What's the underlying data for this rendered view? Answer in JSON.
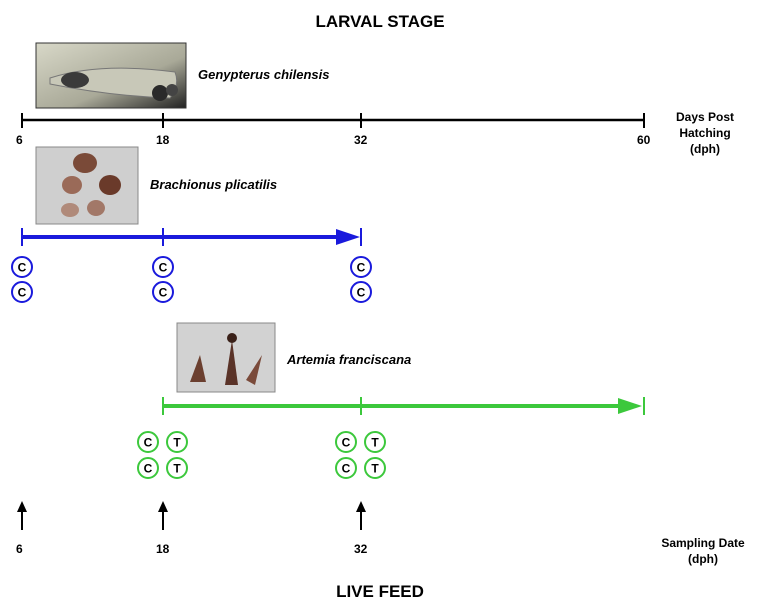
{
  "title": "LARVAL STAGE",
  "footer": "LIVE FEED",
  "axis": {
    "label_lines": [
      "Days Post",
      "Hatching",
      "(dph)"
    ],
    "ticks": [
      "6",
      "18",
      "32",
      "60"
    ]
  },
  "larva": {
    "species": "Genypterus chilensis"
  },
  "rotifer": {
    "species": "Brachionus plicatilis",
    "range_dph": [
      6,
      32
    ],
    "color": "#1a1adc",
    "samples": [
      {
        "dph": 6,
        "marks": [
          "C",
          "C"
        ]
      },
      {
        "dph": 18,
        "marks": [
          "C",
          "C"
        ]
      },
      {
        "dph": 32,
        "marks": [
          "C",
          "C"
        ]
      }
    ]
  },
  "artemia": {
    "species": "Artemia franciscana",
    "range_dph": [
      18,
      60
    ],
    "color": "#3cc83c",
    "samples": [
      {
        "dph": 18,
        "marks": [
          [
            "C",
            "T"
          ],
          [
            "C",
            "T"
          ]
        ]
      },
      {
        "dph": 32,
        "marks": [
          [
            "C",
            "T"
          ],
          [
            "C",
            "T"
          ]
        ]
      }
    ]
  },
  "sampling": {
    "label_lines": [
      "Sampling Date",
      "(dph)"
    ],
    "dates": [
      "6",
      "18",
      "32"
    ]
  }
}
